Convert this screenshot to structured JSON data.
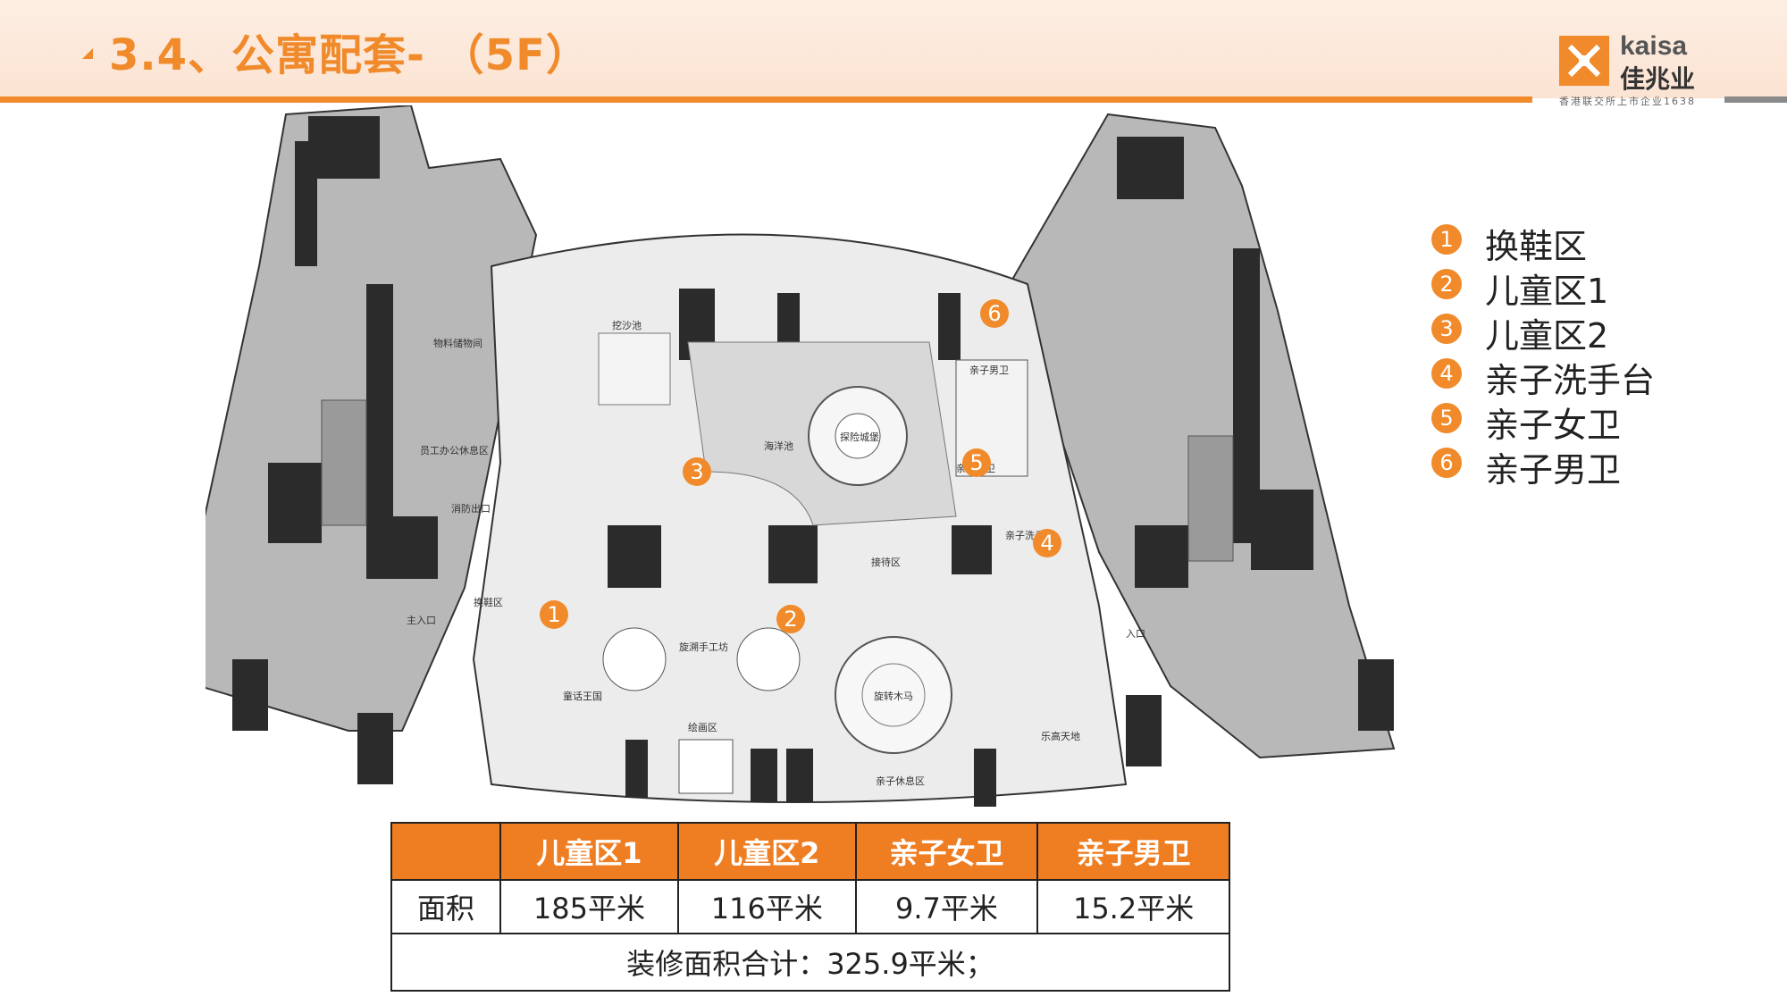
{
  "header": {
    "title": "3.4、公寓配套- （5F）",
    "logo_en": "kaisa",
    "logo_cn": "佳兆业",
    "logo_sub": "香港联交所上市企业1638"
  },
  "legend": [
    {
      "num": "1",
      "label": "换鞋区"
    },
    {
      "num": "2",
      "label": "儿童区1"
    },
    {
      "num": "3",
      "label": "儿童区2"
    },
    {
      "num": "4",
      "label": "亲子洗手台"
    },
    {
      "num": "5",
      "label": "亲子女卫"
    },
    {
      "num": "6",
      "label": "亲子男卫"
    }
  ],
  "markers": [
    "1",
    "2",
    "3",
    "4",
    "5",
    "6"
  ],
  "plan_labels": {
    "storage": "物料储物间",
    "office": "员工办公休息区",
    "fire_exit": "消防出口",
    "main_entrance": "主入口",
    "sand_pool": "挖沙池",
    "ocean_pool": "海洋池",
    "castle": "探险城堡",
    "male_wc": "亲子男卫",
    "female_wc": "亲子女卫",
    "wash": "亲子洗手台",
    "reception": "接待区",
    "craft": "旋溯手工坊",
    "carousel": "旋转木马",
    "fairy": "童话王国",
    "drawing": "绘画区",
    "music": "乐高天地",
    "rest": "亲子休息区",
    "entrance2": "入口",
    "shoe": "换鞋区"
  },
  "table": {
    "headers": [
      "",
      "儿童区1",
      "儿童区2",
      "亲子女卫",
      "亲子男卫"
    ],
    "row_label": "面积",
    "values": [
      "185平米",
      "116平米",
      "9.7平米",
      "15.2平米"
    ],
    "total": "装修面积合计：325.9平米；"
  },
  "colors": {
    "accent": "#f08a2b",
    "wall": "#2b2b2b",
    "floor_gray": "#b5b5b5",
    "floor_light": "#ececec"
  }
}
